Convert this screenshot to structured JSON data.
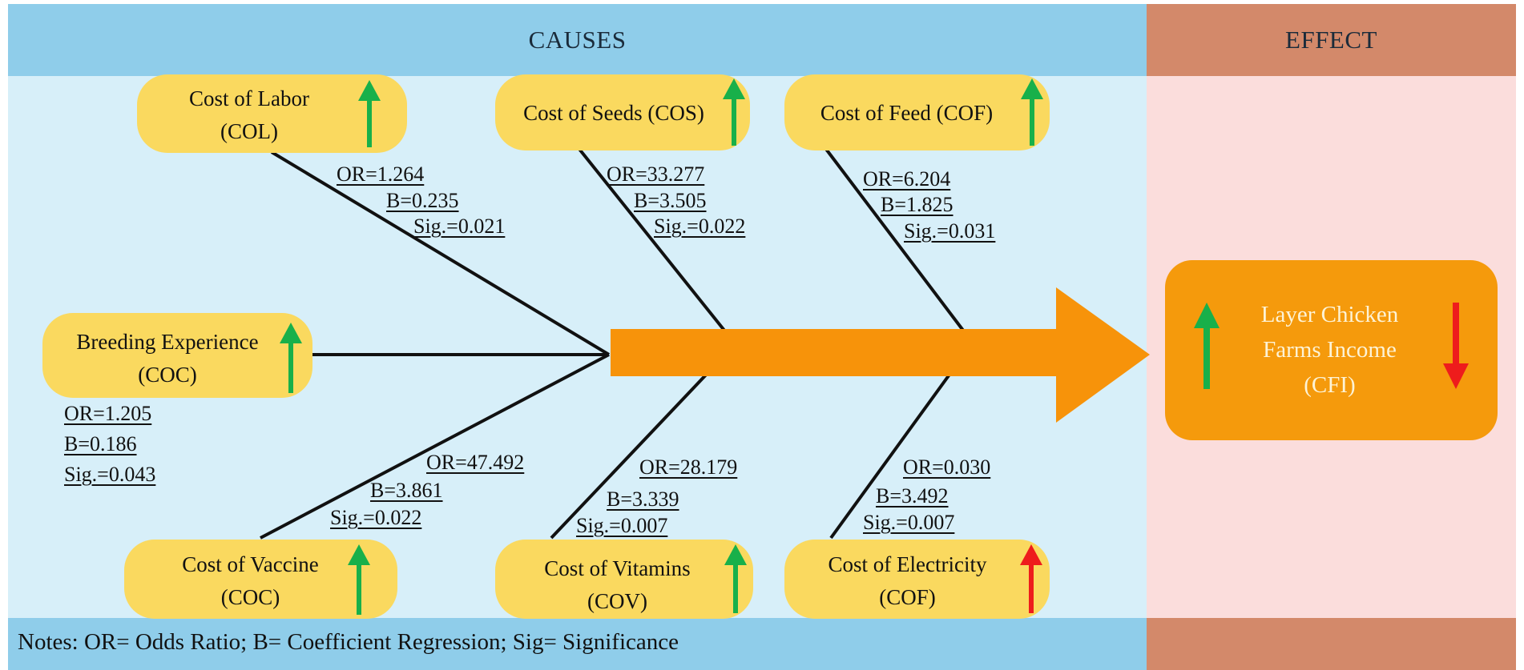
{
  "header": {
    "causes": "CAUSES",
    "effect": "EFFECT"
  },
  "notes": "Notes: OR= Odds Ratio; B= Coefficient Regression; Sig= Significance",
  "causes": [
    {
      "line1": "Cost of Labor",
      "line2": "(COL)",
      "trend": "up",
      "or": "OR=1.264",
      "b": "B=0.235",
      "sig": "Sig.=0.021"
    },
    {
      "line1": "Cost of Seeds (COS)",
      "line2": "",
      "trend": "up",
      "or": "OR=33.277",
      "b": "B=3.505",
      "sig": "Sig.=0.022"
    },
    {
      "line1": "Cost of Feed (COF)",
      "line2": "",
      "trend": "up",
      "or": "OR=6.204",
      "b": "B=1.825",
      "sig": "Sig.=0.031"
    },
    {
      "line1": "Breeding Experience",
      "line2": "(COC)",
      "trend": "up",
      "or": "OR=1.205",
      "b": "B=0.186",
      "sig": "Sig.=0.043"
    },
    {
      "line1": "Cost of Vaccine",
      "line2": "(COC)",
      "trend": "up",
      "or": "OR=47.492",
      "b": "B=3.861",
      "sig": "Sig.=0.022"
    },
    {
      "line1": "Cost of Vitamins",
      "line2": "(COV)",
      "trend": "up",
      "or": "OR=28.179",
      "b": "B=3.339",
      "sig": "Sig.=0.007"
    },
    {
      "line1": "Cost of Electricity",
      "line2": "(COF)",
      "trend": "up",
      "or": "OR=0.030",
      "b": "B=3.492",
      "sig": "Sig.=0.007"
    }
  ],
  "effect": {
    "line1": "Layer Chicken",
    "line2": "Farms Income",
    "line3": "(CFI)",
    "left_trend": "up",
    "right_trend": "down"
  },
  "colors": {
    "increase_arrow": "#18b04a",
    "decrease_arrow": "#ee1c1c",
    "spine": "#f7930a",
    "box": "#fad95f",
    "effect_box": "#f59a0c"
  }
}
